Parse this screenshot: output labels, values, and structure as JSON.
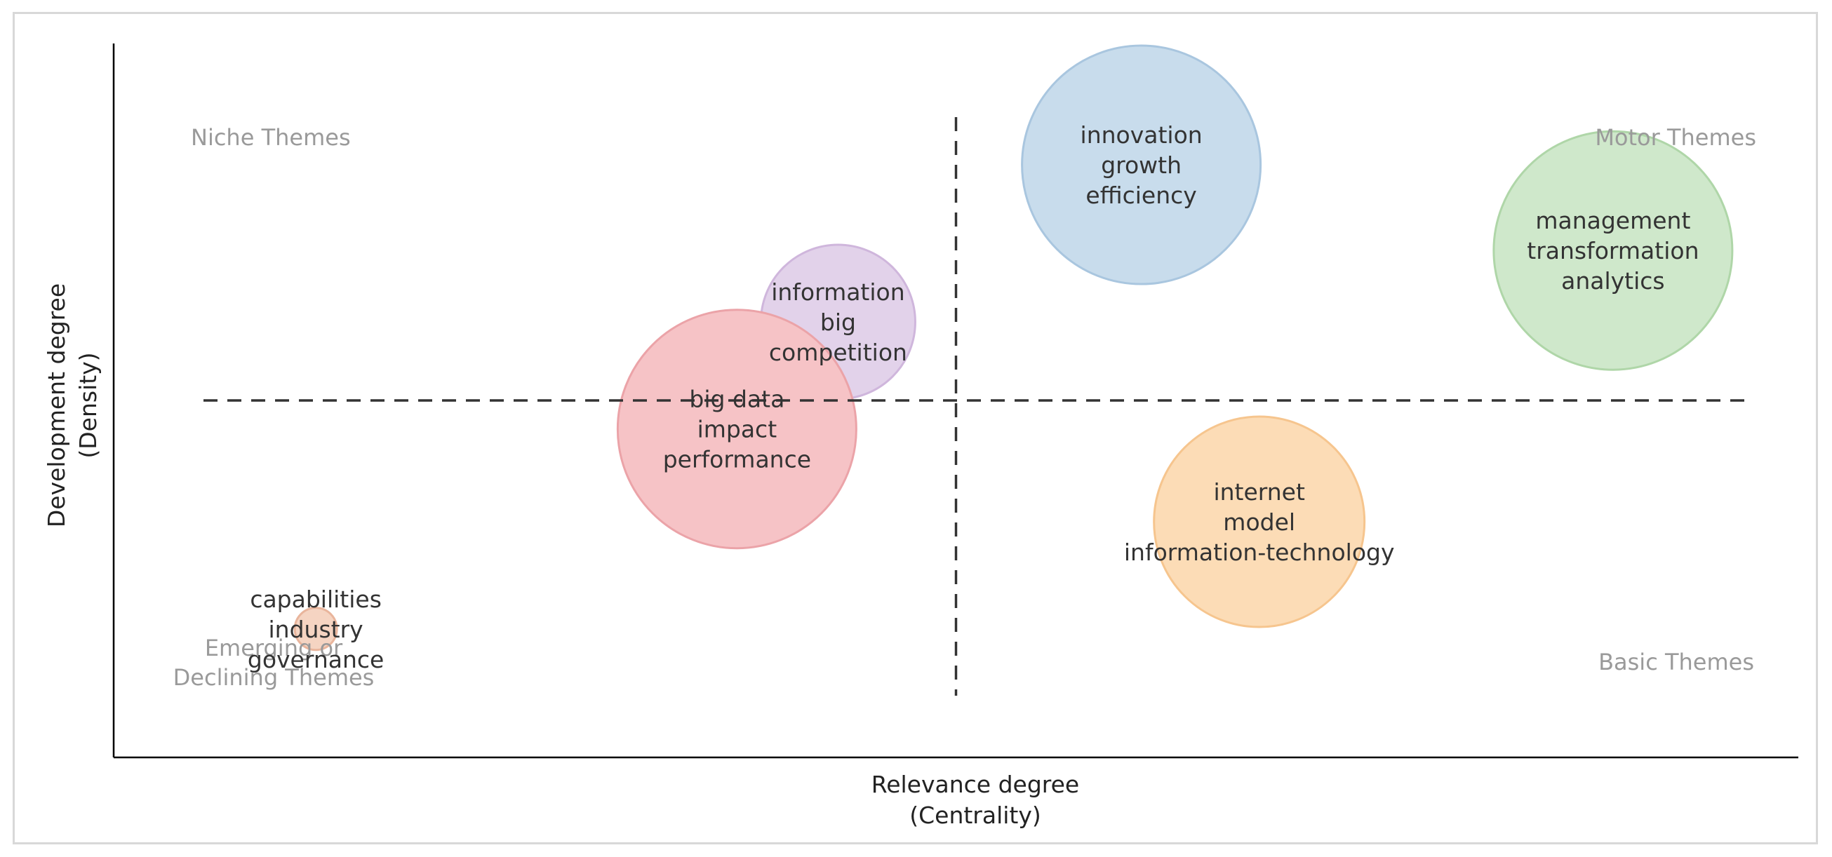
{
  "chart_data": {
    "type": "scatter",
    "subtype": "bubble",
    "xlabel": [
      "Relevance degree",
      "(Centrality)"
    ],
    "ylabel": [
      "Development degree",
      "(Density)"
    ],
    "xlim": [
      0,
      100
    ],
    "ylim": [
      0,
      100
    ],
    "grid": false,
    "divider_x": 50,
    "divider_y": 50,
    "quadrants": {
      "top_left": "Niche Themes",
      "top_right": "Motor Themes",
      "bottom_left": [
        "Emerging or",
        "Declining Themes"
      ],
      "bottom_right": "Basic Themes"
    },
    "points": [
      {
        "x": 43,
        "y": 61,
        "size": 11,
        "color": "#e2d2ea",
        "stroke": "#cfb6dc",
        "terms": [
          "information",
          "big",
          "competition"
        ]
      },
      {
        "x": 61,
        "y": 83,
        "size": 17,
        "color": "#c8dcec",
        "stroke": "#a9c6df",
        "terms": [
          "innovation",
          "growth",
          "efficiency"
        ]
      },
      {
        "x": 89,
        "y": 71,
        "size": 17,
        "color": "#cfe8cb",
        "stroke": "#afd6a8",
        "terms": [
          "management",
          "transformation",
          "analytics"
        ]
      },
      {
        "x": 37,
        "y": 46,
        "size": 17,
        "color": "#f6c3c6",
        "stroke": "#eba3a8",
        "terms": [
          "big data",
          "impact",
          "performance"
        ]
      },
      {
        "x": 68,
        "y": 33,
        "size": 15,
        "color": "#fcdcb6",
        "stroke": "#f6c58e",
        "terms": [
          "internet",
          "model",
          "information-technology"
        ]
      },
      {
        "x": 12,
        "y": 18,
        "size": 3,
        "color": "#f5d4c2",
        "stroke": "#e9b59c",
        "terms": [
          "capabilities",
          "industry",
          "governance"
        ]
      }
    ]
  }
}
